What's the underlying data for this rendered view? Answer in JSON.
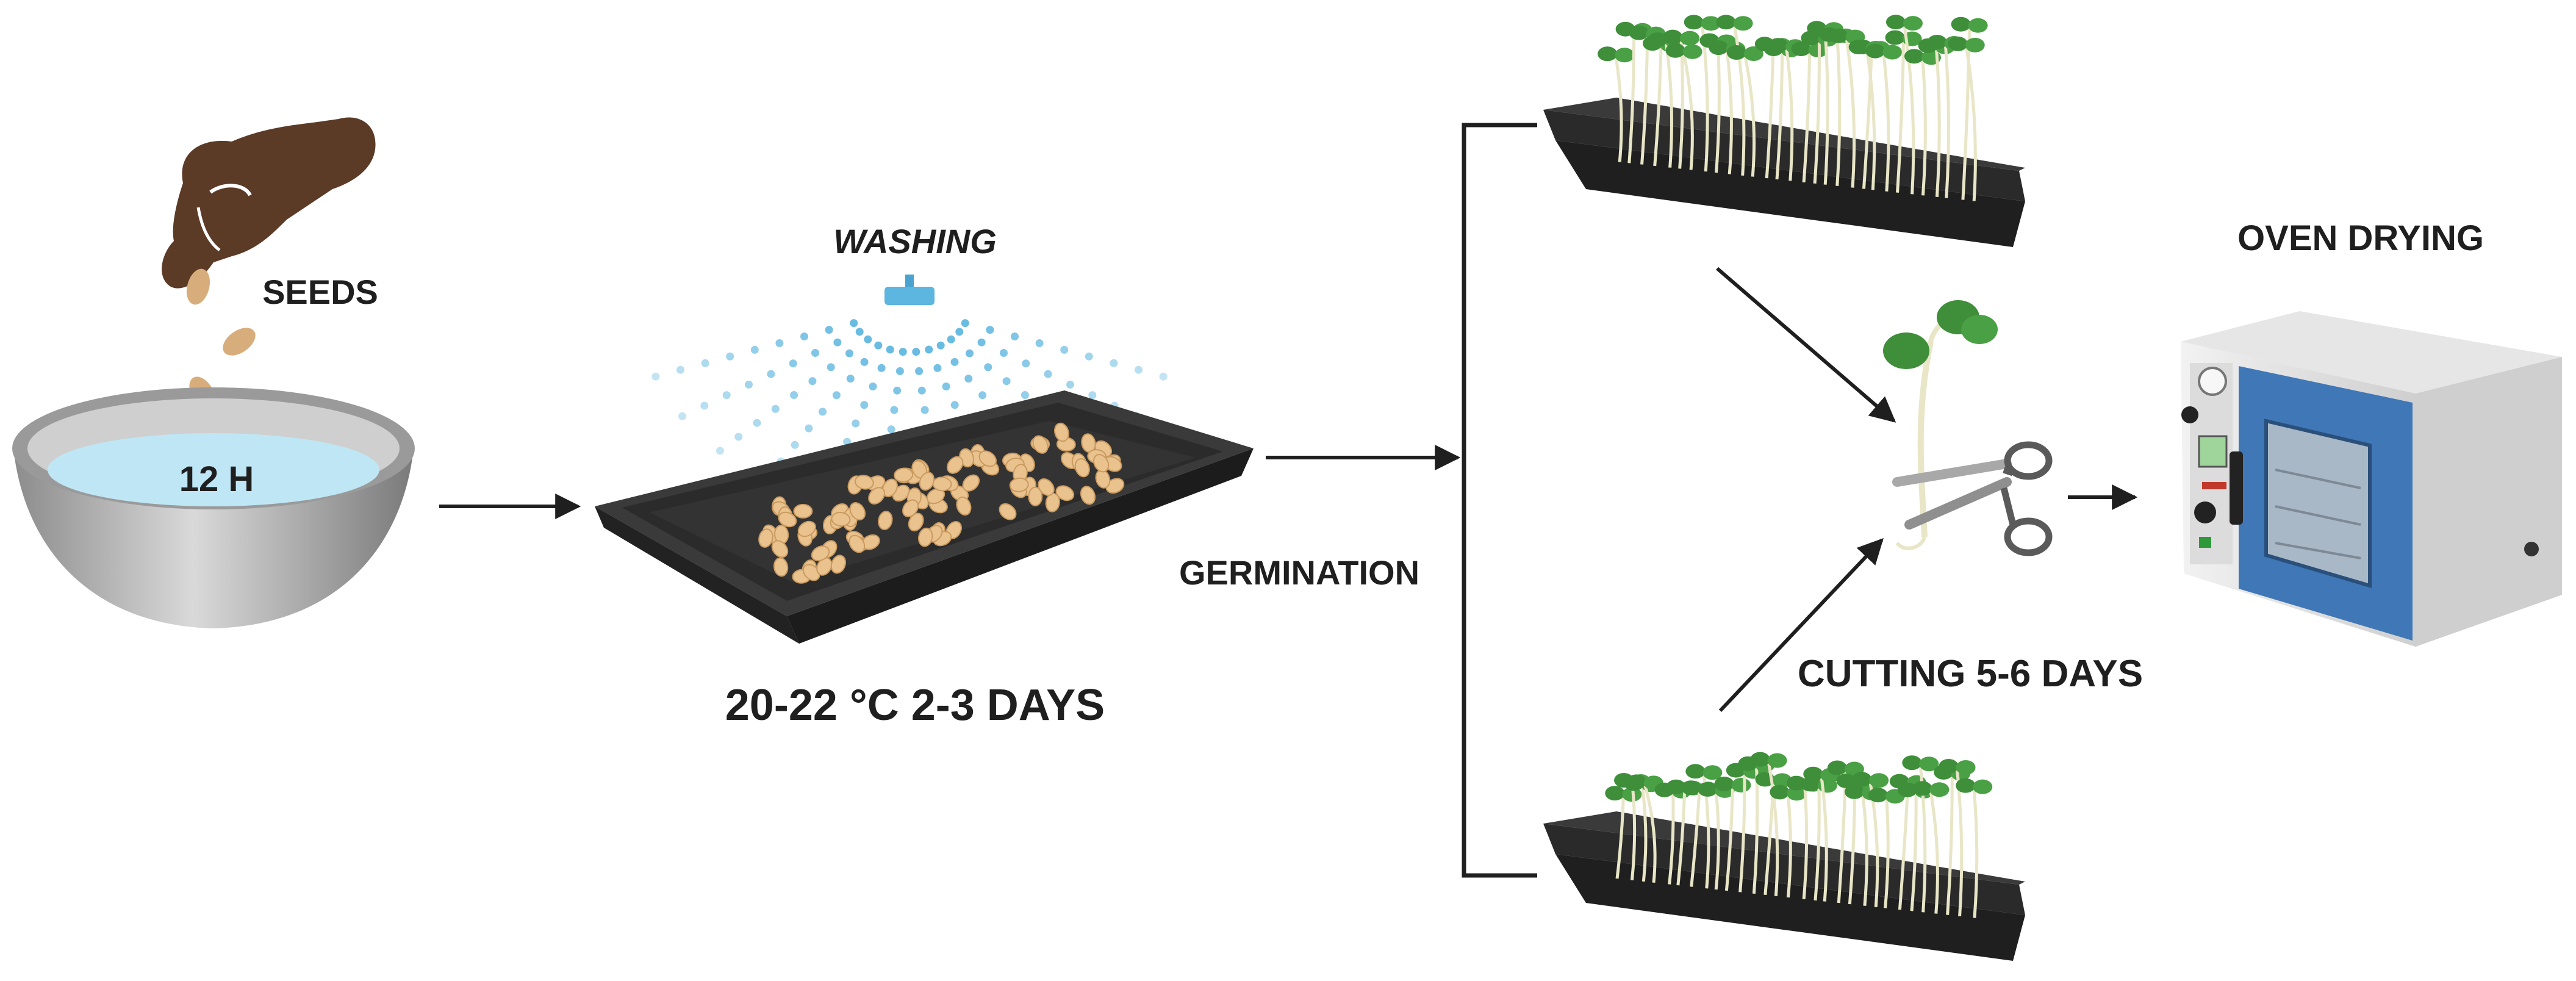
{
  "labels": {
    "seeds": "SEEDS",
    "soak_time": "12 H",
    "washing": "WASHING",
    "germination": "GERMINATION",
    "conditions": "20-22 °C 2-3 DAYS",
    "cutting": "CUTTING 5-6 DAYS",
    "oven": "OVEN DRYING"
  },
  "colors": {
    "tray": "#2f2f2f",
    "tray_rim": "#1c1c1c",
    "water": "#bfe6f5",
    "seed": "#e9c28e",
    "leaf": "#3e8e3a",
    "stem": "#e8e6c7",
    "oven_door": "#3f77b7",
    "spray": "#5cb6df",
    "hand": "#5b3a26"
  },
  "icons": [
    "hand-icon",
    "bowl-icon",
    "spray-nozzle-icon",
    "seed-tray-icon",
    "microgreens-tray-icon",
    "sprout-icon",
    "scissors-icon",
    "oven-icon"
  ]
}
